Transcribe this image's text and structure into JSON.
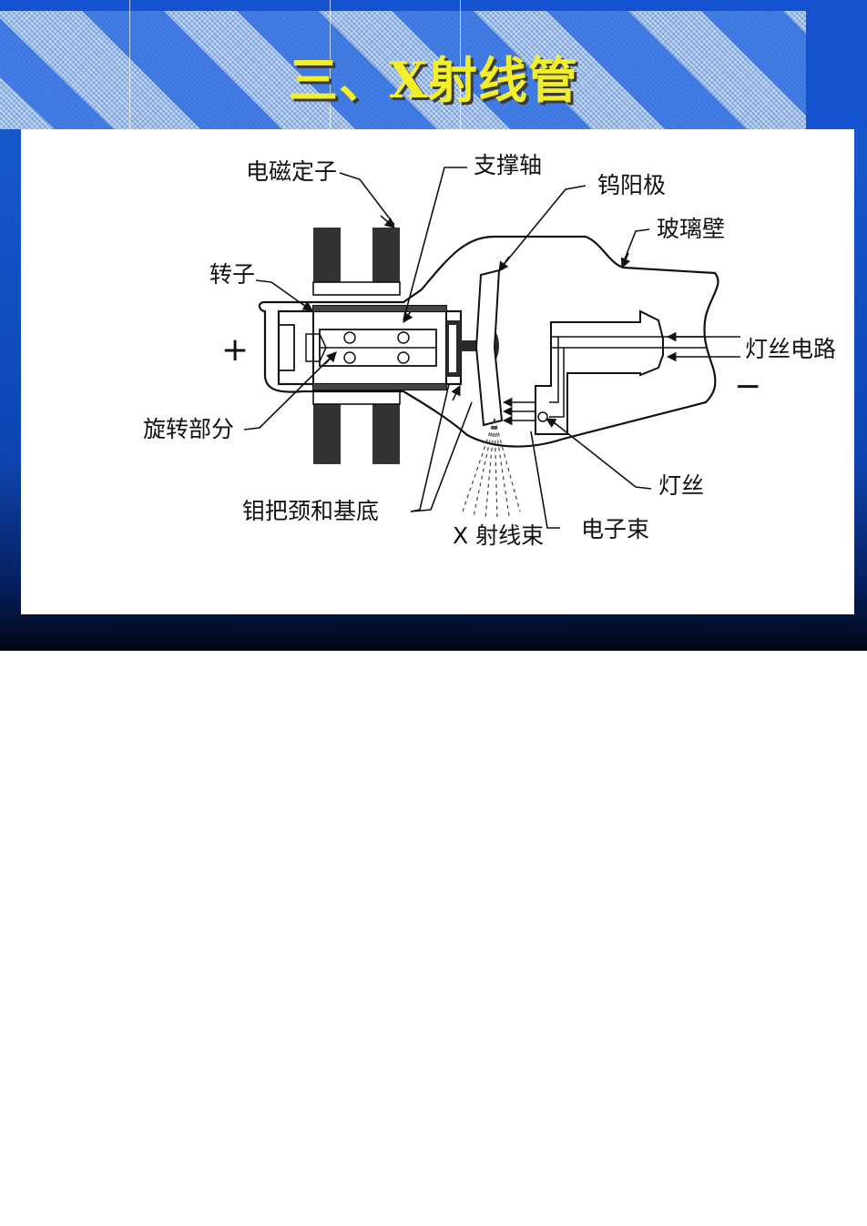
{
  "slide": {
    "title": "三、X射线管"
  },
  "diagram": {
    "labels": {
      "stator": "电磁定子",
      "support_shaft": "支撑轴",
      "tungsten_anode": "钨阳极",
      "glass_wall": "玻璃壁",
      "rotor": "转子",
      "filament_circuit": "灯丝电路",
      "rotating_part": "旋转部分",
      "filament": "灯丝",
      "molybdenum_neck": "钼把颈和基底",
      "xray_beam": "X 射线束",
      "electron_beam": "电子束"
    },
    "polarity": {
      "positive": "+",
      "negative": "−"
    }
  },
  "colors": {
    "title_text": "#f2ee2a",
    "slide_blue": "#1552d0",
    "panel_bg": "#ffffff"
  }
}
